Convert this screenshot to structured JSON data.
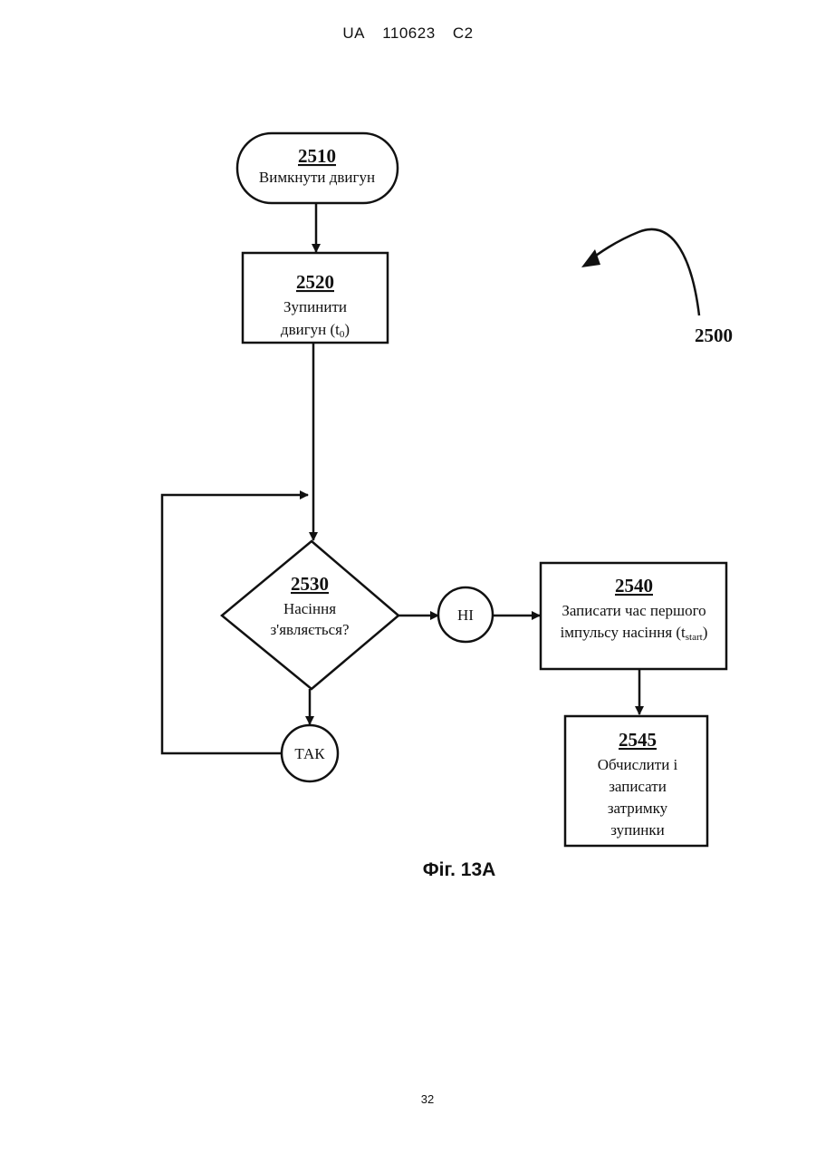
{
  "header": {
    "country": "UA",
    "number": "110623",
    "kind": "C2"
  },
  "diagram_ref": "2500",
  "nodes": {
    "n2510": {
      "number": "2510",
      "line1": "Вимкнути двигун"
    },
    "n2520": {
      "number": "2520",
      "line1": "Зупинити",
      "line2": "двигун (t",
      "sub": "0",
      "line2_end": ")"
    },
    "n2530": {
      "number": "2530",
      "line1": "Насіння",
      "line2": "з'являється?"
    },
    "n2540": {
      "number": "2540",
      "line1": "Записати час першого",
      "line2": "імпульсу насіння (t",
      "sub": "start",
      "line2_end": ")"
    },
    "n2545": {
      "number": "2545",
      "line1": "Обчислити і",
      "line2": "записати",
      "line3": "затримку",
      "line4": "зупинки"
    }
  },
  "connectors": {
    "no": "НІ",
    "yes": "ТАК"
  },
  "caption": "Фіг. 13А",
  "page_number": "32"
}
